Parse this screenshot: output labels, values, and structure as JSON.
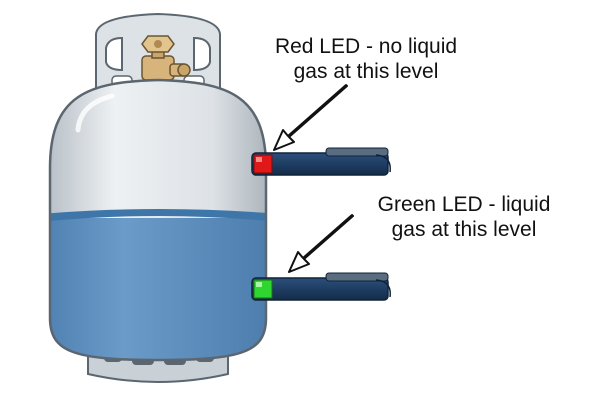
{
  "labels": {
    "red": {
      "line1": "Red LED - no liquid",
      "line2": "gas at this level"
    },
    "green": {
      "line1": "Green LED - liquid",
      "line2": "gas at this level"
    }
  },
  "colors": {
    "tank_body": "#dde2e6",
    "tank_outline": "#5b6670",
    "liquid": "#5a8dbd",
    "liquid_surface": "#3f76aa",
    "valve_brass": "#d7b47c",
    "indicator_body": "#1f3d63",
    "indicator_cap": "#5a6c80",
    "led_red": "#e01818",
    "led_green": "#2fd62f"
  },
  "icons": {
    "tank": "propane-tank-icon",
    "valve": "valve-icon",
    "indicator": "gas-level-indicator-icon",
    "arrow": "pointer-arrow-icon"
  }
}
